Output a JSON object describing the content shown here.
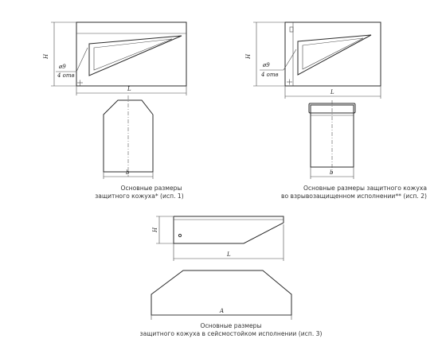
{
  "drawing1": {
    "dim_height": "H",
    "dim_length": "L",
    "dim_width": "b",
    "hole_dia": "ø9",
    "hole_count": "4 отв",
    "caption_line1": "Основные размеры",
    "caption_line2": "защитного кожуха* (исп. 1)"
  },
  "drawing2": {
    "dim_height": "H",
    "dim_length": "L",
    "dim_width": "b",
    "hole_dia": "ø9",
    "hole_count": "4 отв",
    "caption_line1": "Основные размеры защитного кожуха",
    "caption_line2": "во взрывозащищенном исполнении** (исп. 2)"
  },
  "drawing3": {
    "dim_height": "H",
    "dim_length": "L",
    "dim_width": "A",
    "caption_line1": "Основные размеры",
    "caption_line2": "защитного кожуха в сейсмостойком исполнении (исп. 3)"
  }
}
